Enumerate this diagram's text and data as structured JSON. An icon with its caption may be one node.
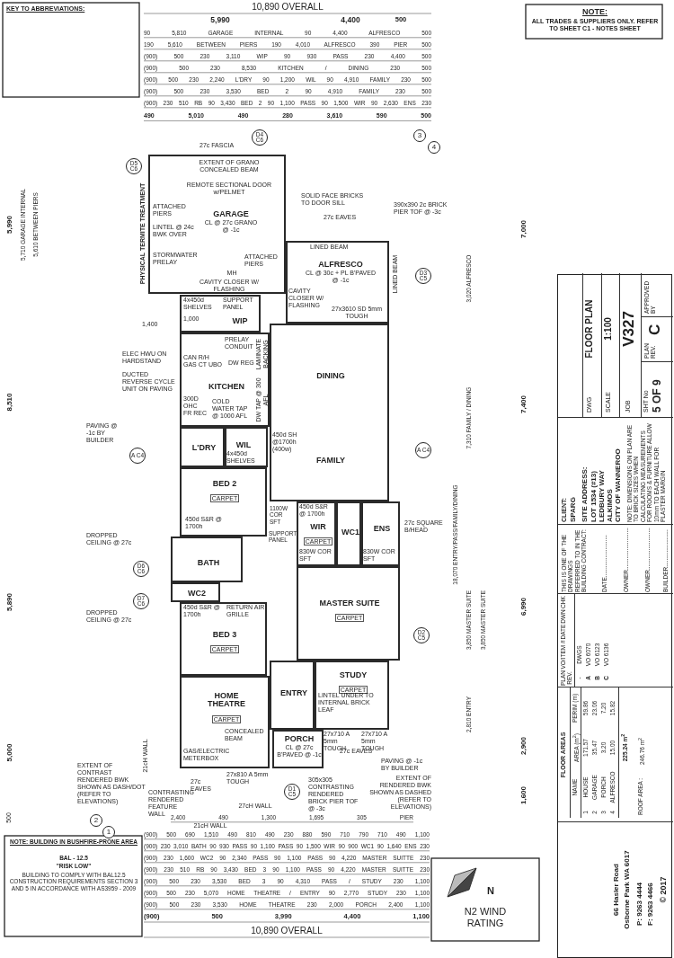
{
  "diagram": {
    "nodes": [
      {
        "text": [
          "GARAGE",
          "CL @ 27c GRANO @ -1c"
        ]
      },
      {
        "text": [
          "ALFRESCO",
          "CL @ 30c + PL B'PAVED @ -1c"
        ]
      },
      {
        "text": [
          "WIP"
        ]
      },
      {
        "text": [
          "KITCHEN"
        ]
      },
      {
        "text": [
          "DINING"
        ]
      },
      {
        "text": [
          "FAMILY"
        ]
      },
      {
        "text": [
          "L'DRY"
        ]
      },
      {
        "text": [
          "WIL"
        ]
      },
      {
        "text": [
          "BED 2",
          "CARPET"
        ]
      },
      {
        "text": [
          "BATH"
        ]
      },
      {
        "text": [
          "WC2"
        ]
      },
      {
        "text": [
          "BED 3",
          "CARPET"
        ]
      },
      {
        "text": [
          "WIR",
          "CARPET"
        ]
      },
      {
        "text": [
          "WC1"
        ]
      },
      {
        "text": [
          "ENS"
        ]
      },
      {
        "text": [
          "MASTER SUITE",
          "CARPET"
        ]
      },
      {
        "text": [
          "HOME THEATRE",
          "CARPET"
        ]
      },
      {
        "text": [
          "ENTRY"
        ]
      },
      {
        "text": [
          "STUDY",
          "CARPET"
        ]
      },
      {
        "text": [
          "PORCH",
          "CL @ 27c B'PAVED @ -1c"
        ]
      }
    ],
    "labels": [
      "KEY TO ABBREVIATIONS:",
      "NOTE:",
      "ALL TRADES & SUPPLIERS ONLY. REFER TO SHEET C1 - NOTES SHEET",
      "10,890 OVERALL",
      "5,990",
      "4,400",
      "500",
      "90 5,810 GARAGE INTERNAL 90 4,400 ALFRESCO 500",
      "190 5,610 BETWEEN PIERS 190 4,010 ALFRESCO 390 PIER 500",
      "(900) 500 230 3,110 WIP 90 930 PASS 230 4,400 500",
      "(900) 500 230 8,530 KITCHEN / DINING 230 500",
      "(900) 500 230 2,240 L'DRY 90 1,200 WIL 90 4,910 FAMILY 230 500",
      "(900) 500 230 3,530 BED 2 90 4,910 FAMILY 230 500",
      "(900) 230 510 RB 90 3,430 BED 2 90 1,100 PASS 90 1,500 WIR 90 2,630 ENS 230",
      "490 5,010 490 280 3,610 590 500",
      "27c FASCIA",
      "EXTENT OF GRANO CONCEALED BEAM",
      "REMOTE SECTIONAL DOOR w/PELMET",
      "ATTACHED PIERS",
      "LINTEL @ 24c BWK OVER",
      "STORMWATER PRELAY",
      "ATTACHED PIERS",
      "MH",
      "CAVITY CLOSER W/ FLASHING",
      "PHYSICAL TERMITE TREATMENT",
      "SOLID FACE BRICKS TO DOOR SILL",
      "27c EAVES",
      "390x390 2c BRICK PIER TOF @ -3c",
      "LINED BEAM",
      "LINED BEAM",
      "CAVITY CLOSER W/ FLASHING",
      "27x3610 SD 5mm TOUGH",
      "4x450d SHELVES",
      "SUPPORT PANEL",
      "1,000",
      "1,400",
      "ELEC HWU ON HARDSTAND",
      "DUCTED REVERSE CYCLE UNIT ON PAVING",
      "PRELAY CONDUIT",
      "CAN R/H GAS CT UBO",
      "LAMINATE BACKING",
      "DW REG",
      "DW TAP @ 300 AFL",
      "300D OHC",
      "FR REC",
      "COLD WATER TAP @ 1000 AFL",
      "PAVING @ -1c BY BUILDER",
      "450d SH @1700h (400w)",
      "4x450d SHELVES",
      "450d S&R @ 1700h",
      "DROPPED CEILING @ 27c",
      "1100W COR SFT",
      "SUPPORT PANEL",
      "450d S&R @ 1700h",
      "830W COR SFT",
      "830W COR SFT",
      "27c SQUARE B/HEAD",
      "450d S&R @ 1700h",
      "RETURN AIR GRILLE",
      "DROPPED CEILING @ 27c",
      "CONCEALED BEAM",
      "GAS/ELECTRIC METERBOX",
      "LINTEL UNDER TO INTERNAL BRICK LEAF",
      "27x710 A 5mm TOUGH",
      "27x710 A 5mm TOUGH",
      "27c EAVES",
      "PAVING @ -1c BY BUILDER",
      "EXTENT OF CONTRAST RENDERED BWK SHOWN AS DASH/DOT (REFER TO ELEVATIONS)",
      "CONTRASTING RENDERED FEATURE WALL",
      "27c EAVES",
      "27x810 A 5mm TOUGH",
      "305x305 CONTRASTING RENDERED BRICK PIER TOF @ -3c",
      "EXTENT OF RENDERED BWK SHOWN AS DASHED (REFER TO ELEVATIONS)",
      "21cH WALL",
      "27cH WALL",
      "2,400 490 1,300 1,695 305 PIER",
      "21cH WALL",
      "(900) 500 690 1,510 490 810 490 230 880 590 710 790 710 490 1,100",
      "(900) 230 3,010 BATH 90 930 PASS 90 1,100 PASS 90 1,500 WIR 90 900 WC1 90 1,640 ENS 230",
      "(900) 230 1,600 WC2 90 2,340 PASS 90 1,100 PASS 90 4,220 MASTER SUITTE 230",
      "(900) 230 510 RB 90 3,430 BED 3 90 1,100 PASS 90 4,220 MASTER SUITTE 230",
      "(900) 500 230 3,530 BED 3 90 4,310 PASS / STUDY 230 1,100",
      "(900) 500 230 5,070 HOME THEATRE / ENTRY 90 2,770 STUDY 230 1,100",
      "(900) 500 230 3,530 HOME THEATRE 230 2,000 PORCH 2,400 1,100",
      "(900) 500 3,990 4,400 1,100",
      "10,890 OVERALL",
      "D4 C6",
      "D5 C6",
      "3",
      "4",
      "D3 C5",
      "A C4",
      "A C4",
      "D6 C6",
      "D7 C6",
      "D2 C5",
      "D1 C5",
      "2",
      "1",
      "5,990",
      "8,510",
      "5,890",
      "5,000",
      "500",
      "5,710 GARAGE INTERNAL",
      "5,610 BETWEEN PIERS",
      "18,070 ENTRY/PASS/FAMILY/DINING",
      "3,020 ALFRESCO",
      "7,310 FAMILY / DINING",
      "3,850 MASTER SUITE",
      "2,810 ENTRY",
      "3,850 MASTER SUITE",
      "7,000",
      "7,400",
      "6,990",
      "2,900",
      "1,600",
      "NOTE: BUILDING IN BUSHFIRE-PRONE AREA",
      "BAL - 12.5",
      "\"RISK LOW\"",
      "BUILDING TO COMPLY WITH BAL12.5 CONSTRUCTION REQUIREMENTS SECTION 3 AND 5 IN ACCORDANCE WITH AS3959 - 2009",
      "N",
      "N2 WIND RATING",
      "66 Hasler Road",
      "Osborne Park WA 6017",
      "P: 9263 4444",
      "F: 9263 4466",
      "© 2017",
      "FLOOR AREAS",
      "NAME",
      "AREA (m$^{2}$)",
      "PERIM (m)",
      "1",
      "HOUSE",
      "171.57",
      "59.86",
      "2",
      "GARAGE",
      "35.47",
      "23.06",
      "3",
      "PORCH",
      "3.20",
      "7.20",
      "4",
      "ALFRESCO",
      "15.00",
      "15.82",
      "225.24 m$^{2}$",
      "ROOF AREA :",
      "246.76 m$^{2}$",
      "PLAN REV.",
      "VO/ITEM #",
      "DATE",
      "DWN",
      "CHK",
      "-",
      "DWGS",
      "A",
      "VO 6070",
      "B",
      "VO 6123",
      "C",
      "VO 6136",
      "THIS IS ONE OF THE DRAWINGS REFERRED TO IN THE BUILDING CONTRACT:",
      "DATE..........................",
      "OWNER..........................",
      "OWNER..........................",
      "BUILDER.......................",
      "CLIENT:",
      "SPARG",
      "SITE ADDRESS:",
      "LOT 1534 (#13)",
      "LEDBURY WAY",
      "ALKIMOS",
      "CITY OF WANNEROO",
      "NOTE: DIMENSIONS ON PLAN ARE TO BRICK SIZES WHEN CALCULATING MEASUREMENTS FOR ROOMS & FURNITURE ALLOW 10mm TO EACH WALL FOR PLASTER MARGIN",
      "DWG",
      "FLOOR PLAN",
      "SCALE",
      "1:100",
      "JOB",
      "V327",
      "SHT No",
      "5 OF 9",
      "PLAN REV.",
      "C",
      "APPROVED BY"
    ]
  }
}
